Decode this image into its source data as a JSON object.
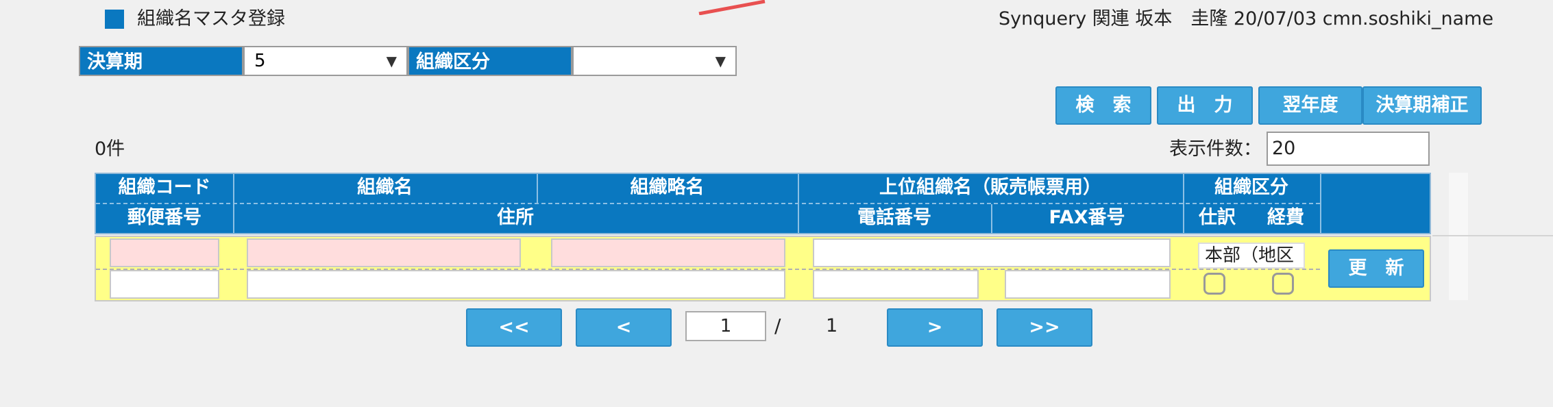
{
  "header": {
    "title": "組織名マスタ登録",
    "user_info": "Synquery 関連 坂本　圭隆 20/07/03 cmn.soshiki_name"
  },
  "filters": {
    "period_label": "決算期",
    "period_value": "5",
    "org_type_label": "組織区分",
    "org_type_value": ""
  },
  "buttons": {
    "search": "検　索",
    "output": "出　力",
    "next_year": "翌年度",
    "period_fix": "決算期補正",
    "update": "更　新"
  },
  "list": {
    "count_text": "0件",
    "per_page_label": "表示件数：",
    "per_page_value": "20"
  },
  "columns": {
    "org_code": "組織コード",
    "org_name": "組織名",
    "org_abbr": "組織略名",
    "parent_org": "上位組織名（販売帳票用）",
    "org_type": "組織区分",
    "postal": "郵便番号",
    "address": "住所",
    "phone": "電話番号",
    "fax": "FAX番号",
    "journal": "仕訳",
    "expense": "経費"
  },
  "row": {
    "org_type_select": "本部（地区"
  },
  "pagination": {
    "first": "<<",
    "prev": "<",
    "current_page": "1",
    "separator": "/",
    "total_pages": "1",
    "next": ">",
    "last": ">>"
  },
  "colors": {
    "header_blue": "#0a78c0",
    "button_blue": "#3fa6dd",
    "row_yellow": "#ffff88",
    "required_pink": "#ffdddd"
  }
}
